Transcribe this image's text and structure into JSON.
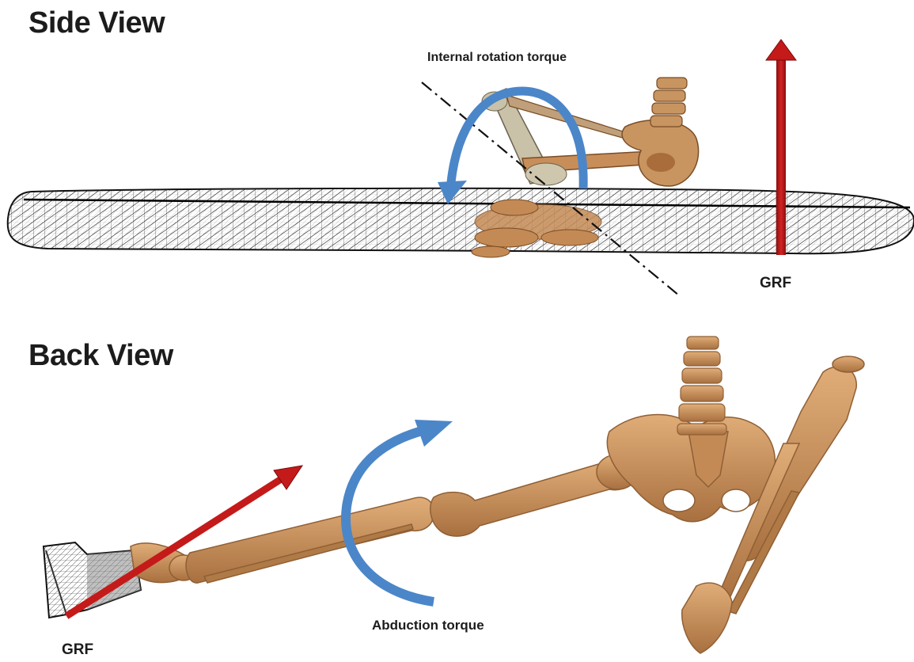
{
  "side_view": {
    "title": "Side View",
    "torque_label": "Internal rotation torque",
    "force_label": "GRF"
  },
  "back_view": {
    "title": "Back View",
    "torque_label": "Abduction torque",
    "force_label": "GRF"
  },
  "colors": {
    "bone": "#c8915e",
    "bone_shadow": "#8f5f35",
    "force_arrow": "#c41a1a",
    "torque_arrow": "#4b86c9",
    "mesh": "#1a1a1a"
  }
}
